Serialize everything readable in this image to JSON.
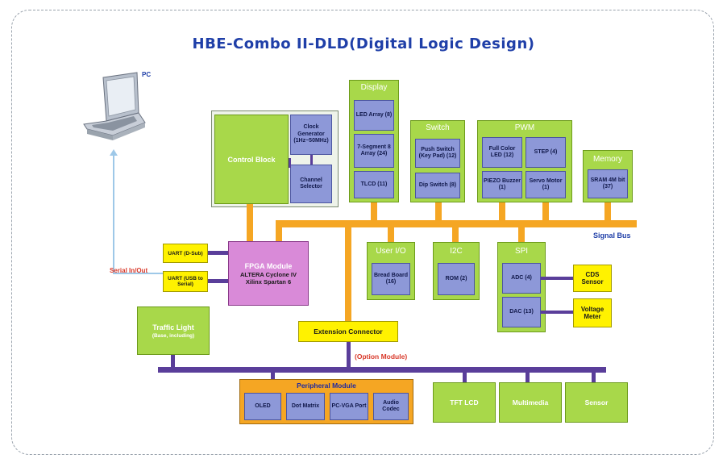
{
  "title": "HBE-Combo II-DLD(Digital Logic Design)",
  "pc": {
    "label": "PC",
    "icon": "laptop-icon"
  },
  "control": {
    "control_block": "Control Block",
    "clock": "Clock Generator (1Hz~50MHz)",
    "channel": "Channel Selector"
  },
  "display": {
    "title": "Display",
    "led": "LED Array (8)",
    "seg": "7-Segment 8 Array (24)",
    "tlcd": "TLCD (11)"
  },
  "switch": {
    "title": "Switch",
    "push": "Push Switch (Key Pad) (12)",
    "dip": "Dip Switch (8)"
  },
  "pwm": {
    "title": "PWM",
    "fullcolor": "Full Color LED (12)",
    "step": "STEP (4)",
    "piezo": "PIEZO Buzzer (1)",
    "servo": "Servo Motor (1)"
  },
  "memory": {
    "title": "Memory",
    "sram": "SRAM 4M bit (37)"
  },
  "signal_bus": "Signal Bus",
  "uart1": "UART (D-Sub)",
  "uart2": "UART (USB to Serial)",
  "serial": "Serial In/Out",
  "fpga": {
    "title": "FPGA Module",
    "line1": "ALTERA Cyclone IV",
    "line2": "Xilinx Spartan 6"
  },
  "userio": {
    "title": "User I/O",
    "bread": "Bread Board (16)"
  },
  "i2c": {
    "title": "I2C",
    "rom": "ROM (2)"
  },
  "spi": {
    "title": "SPI",
    "adc": "ADC (4)",
    "dac": "DAC (13)"
  },
  "cds": "CDS Sensor",
  "voltage": "Voltage Meter",
  "traffic": {
    "title": "Traffic Light",
    "sub": "(Base, including)"
  },
  "extension": "Extension Connector",
  "option": "(Option Module)",
  "peripheral": {
    "title": "Peripheral Module",
    "oled": "OLED",
    "dot": "Dot Matrix",
    "vga": "PC-VGA Port",
    "audio": "Audio Codec"
  },
  "tft": "TFT LCD",
  "multimedia": "Multimedia",
  "sensor": "Sensor",
  "colors": {
    "green": "#a8d84a",
    "blue": "#8d98d8",
    "yellow": "#fff200",
    "orange": "#f5a623",
    "purple": "#5a3e9a",
    "fpga": "#d98ad8",
    "title": "#1f3fa8"
  }
}
